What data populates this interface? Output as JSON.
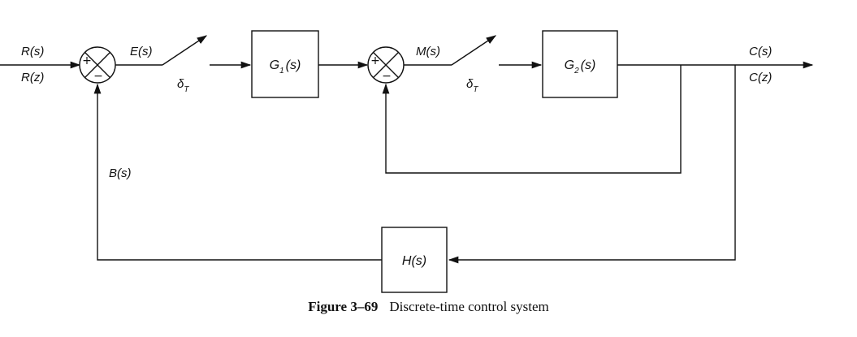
{
  "signals": {
    "input_s": "R(s)",
    "input_z": "R(z)",
    "error": "E(s)",
    "manipulated": "M(s)",
    "output_s": "C(s)",
    "output_z": "C(z)",
    "feedback": "B(s)"
  },
  "samplers": {
    "symbol": "δ",
    "subscript": "T"
  },
  "blocks": {
    "g1": {
      "main": "G",
      "sub": "1",
      "arg": "(s)"
    },
    "g2": {
      "main": "G",
      "sub": "2",
      "arg": "(s)"
    },
    "h": "H(s)"
  },
  "summing_signs": {
    "plus": "+",
    "minus": "−"
  },
  "caption": {
    "figure_label": "Figure 3–69",
    "text": "Discrete-time control system"
  }
}
